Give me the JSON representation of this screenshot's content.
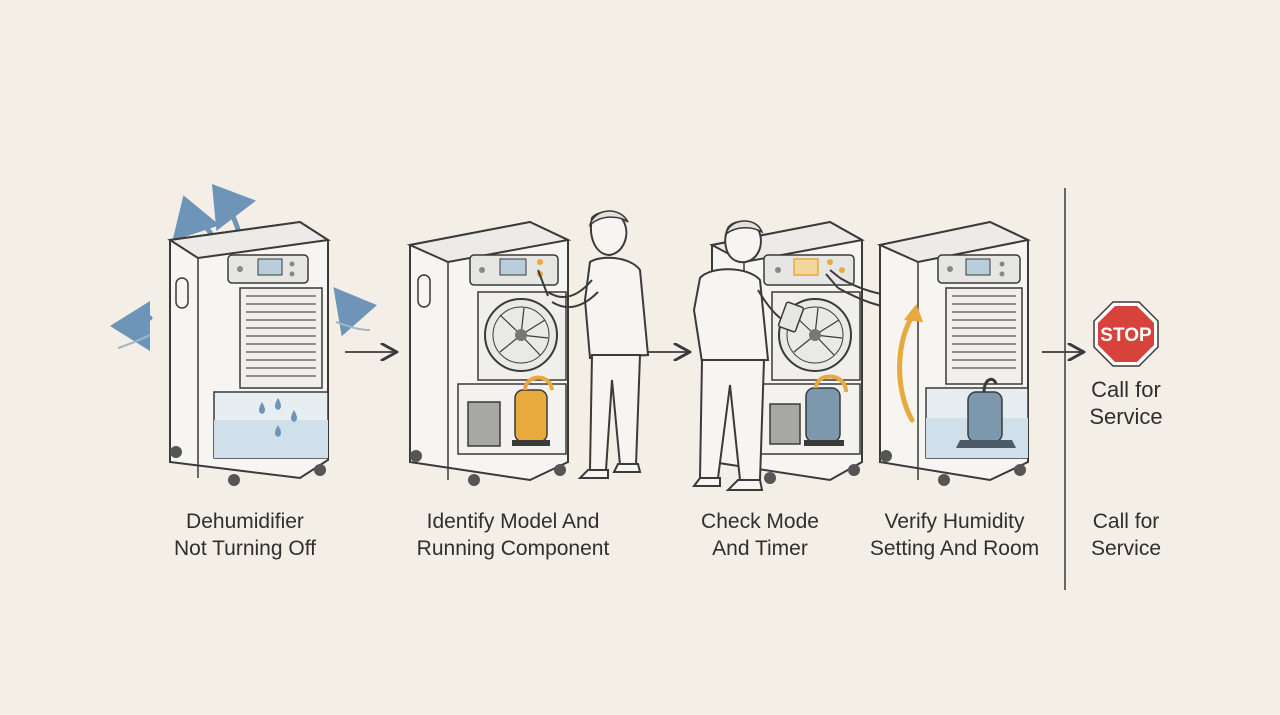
{
  "steps": [
    {
      "line1": "Dehumidifier",
      "line2": "Not Turning Off"
    },
    {
      "line1": "Identify Model And",
      "line2": "Running Component"
    },
    {
      "line1": "Check Mode",
      "line2": "And Timer"
    },
    {
      "line1": "Verify Humidity",
      "line2": "Setting And Room"
    },
    {
      "line1": "Call for",
      "line2": "Service"
    }
  ],
  "stop_sign": {
    "text": "STOP",
    "label_line1": "Call for",
    "label_line2": "Service"
  },
  "colors": {
    "background": "#f3efe6",
    "ink": "#3a3a3a",
    "air": "#6e95b8",
    "water": "#cfe0ea",
    "compressor_orange": "#e8a93d",
    "compressor_blue": "#7d97ad",
    "stop_red": "#d7423a"
  }
}
